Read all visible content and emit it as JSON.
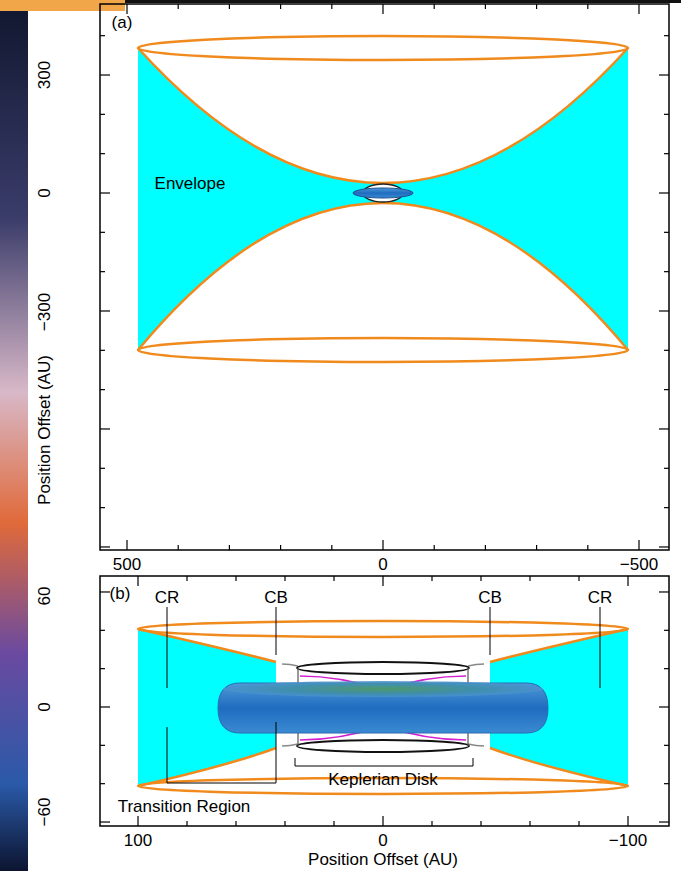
{
  "diagram": {
    "labels": [
      "(a)",
      "Envelope",
      "300",
      "0",
      "−300",
      "500",
      "0",
      "−500",
      "Position Offset (AU)",
      "(b)",
      "CR",
      "CB",
      "CB",
      "CR",
      "60",
      "0",
      "−60",
      "Transition Region",
      "Keplerian Disk",
      "100",
      "0",
      "−100",
      "Position Offset (AU)"
    ]
  }
}
